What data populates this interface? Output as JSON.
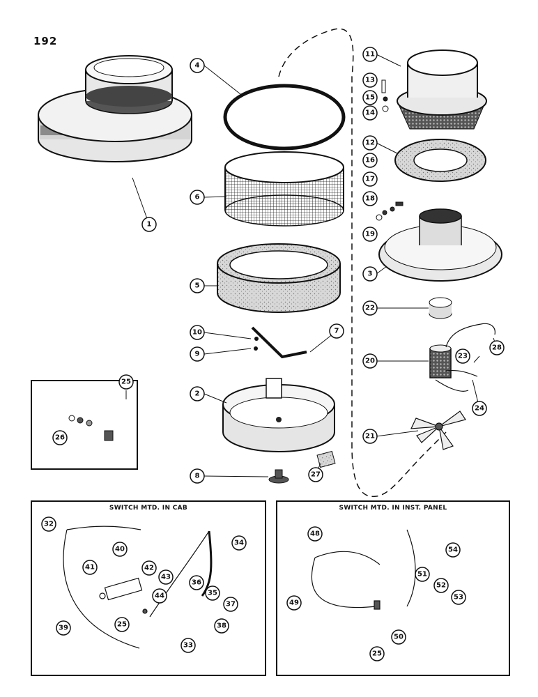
{
  "page_number": "192",
  "inset_boxes": {
    "switch_cab_title": "SWITCH MTD. IN CAB",
    "switch_panel_title": "SWITCH MTD. IN INST. PANEL"
  },
  "callouts": {
    "c1": "1",
    "c2": "2",
    "c3": "3",
    "c4": "4",
    "c5": "5",
    "c6": "6",
    "c7": "7",
    "c8": "8",
    "c9": "9",
    "c10": "10",
    "c11": "11",
    "c12": "12",
    "c13": "13",
    "c14": "14",
    "c15": "15",
    "c16": "16",
    "c17": "17",
    "c18": "18",
    "c19": "19",
    "c20": "20",
    "c21": "21",
    "c22": "22",
    "c23": "23",
    "c24": "24",
    "c25a": "25",
    "c26": "26",
    "c27": "27",
    "c28": "28",
    "c25b": "25",
    "c32": "32",
    "c33": "33",
    "c34": "34",
    "c35": "35",
    "c36": "36",
    "c37": "37",
    "c38": "38",
    "c39": "39",
    "c40": "40",
    "c41": "41",
    "c42": "42",
    "c43": "43",
    "c44": "44",
    "c48": "48",
    "c49": "49",
    "c50": "50",
    "c51": "51",
    "c52": "52",
    "c53": "53",
    "c54": "54",
    "c25c": "25"
  }
}
